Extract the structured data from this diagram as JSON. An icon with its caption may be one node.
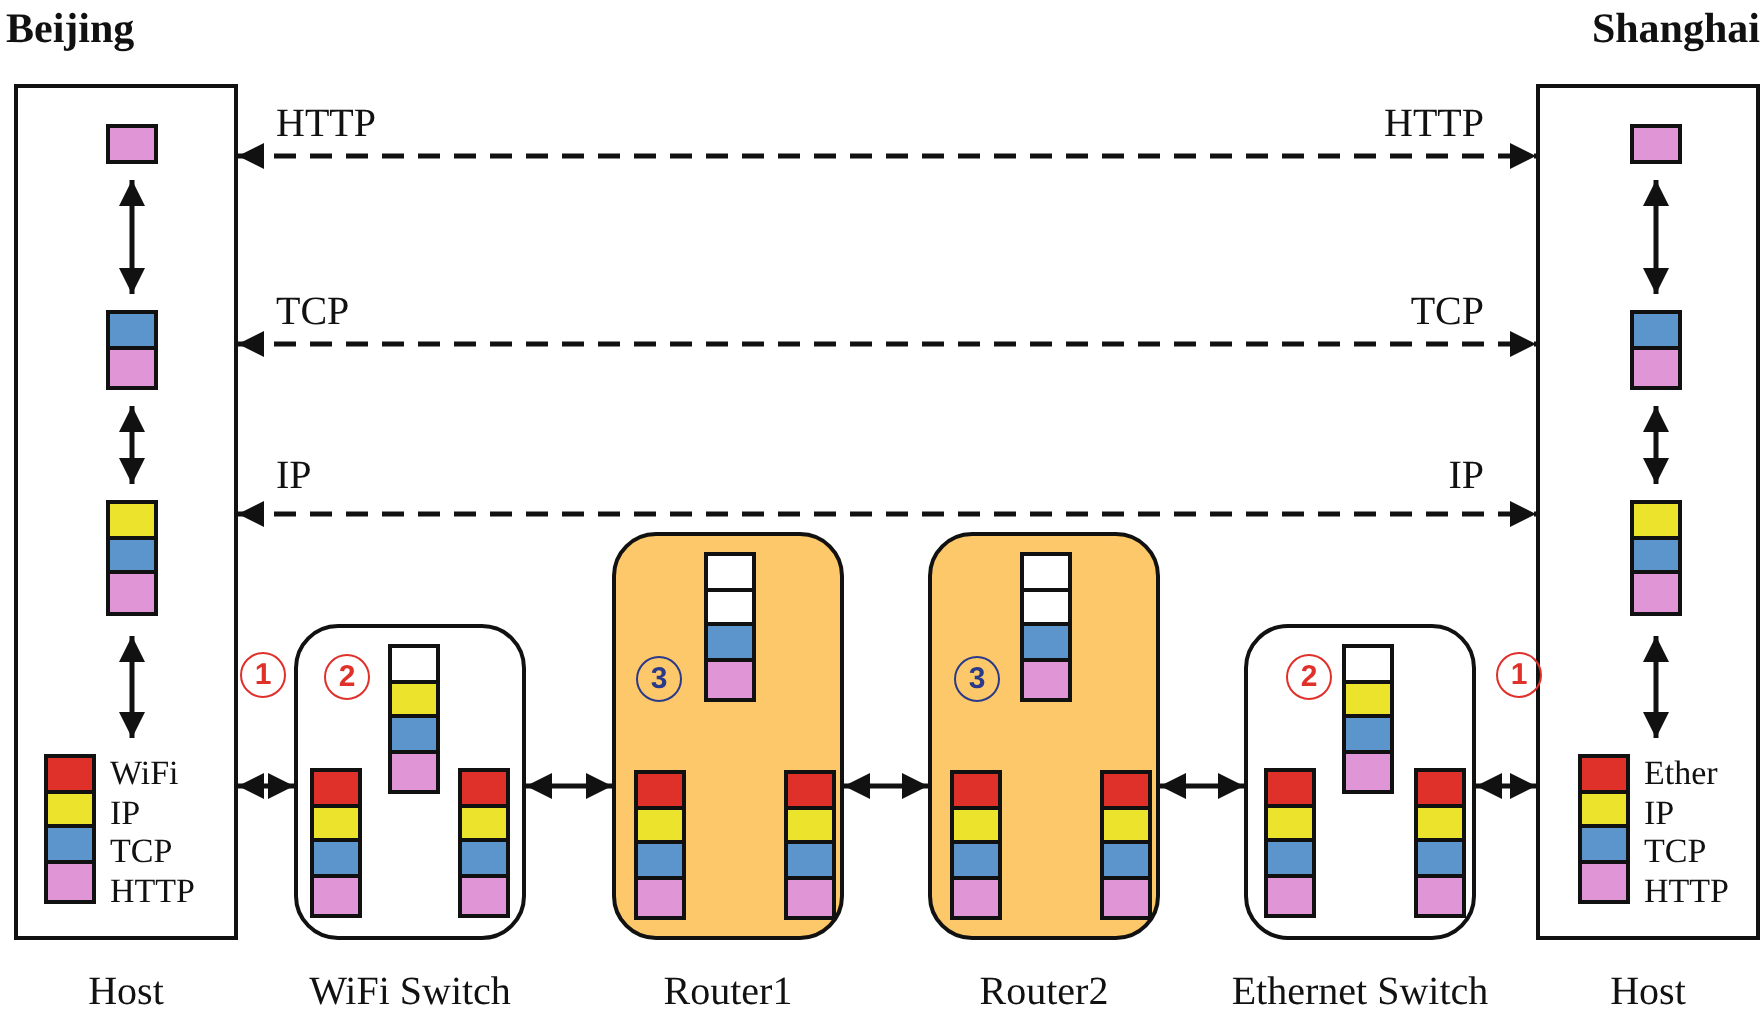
{
  "diagram": {
    "nodes": [
      {
        "text": [
          "Beijing"
        ],
        "beside": [
          "Host"
        ]
      },
      {
        "text": [],
        "shape": "box",
        "in": 0
      },
      {
        "text": [],
        "shape": "box",
        "in": 0
      },
      {
        "text": [],
        "shape": "box",
        "in": 0
      },
      {
        "text": [
          "WiFi",
          "IP",
          "TCP",
          "HTTP"
        ],
        "in": 0
      },
      {
        "text": [],
        "shape": "box",
        "beside": [
          "WiFi Switch"
        ]
      },
      {
        "text": [],
        "shape": "box",
        "beside": [
          "Router1"
        ]
      },
      {
        "text": [],
        "shape": "box",
        "beside": [
          "Router2"
        ]
      },
      {
        "text": [],
        "shape": "box",
        "beside": [
          "Ethernet Switch"
        ]
      },
      {
        "text": [
          "Shanghai"
        ],
        "beside": [
          "Host"
        ]
      },
      {
        "text": [],
        "shape": "box",
        "in": 9
      },
      {
        "text": [],
        "shape": "box",
        "in": 9
      },
      {
        "text": [],
        "shape": "box",
        "in": 9
      },
      {
        "text": [
          "Ether",
          "IP",
          "TCP",
          "HTTP"
        ],
        "in": 9
      }
    ],
    "edges": [
      {
        "from": 0,
        "to": 9,
        "arrow": "both",
        "style": "dashed"
      },
      {
        "from": 0,
        "to": 9,
        "arrow": "both",
        "style": "dashed"
      },
      {
        "from": 0,
        "to": 9,
        "arrow": "both",
        "style": "dashed"
      },
      {
        "from": 1,
        "to": 2,
        "arrow": "both"
      },
      {
        "from": 2,
        "to": 3,
        "arrow": "both"
      },
      {
        "from": 3,
        "to": 4,
        "arrow": "both"
      },
      {
        "from": 10,
        "to": 11,
        "arrow": "both"
      },
      {
        "from": 11,
        "to": 12,
        "arrow": "both"
      },
      {
        "from": 12,
        "to": 13,
        "arrow": "both"
      },
      {
        "from": 0,
        "to": 5,
        "arrow": "both"
      },
      {
        "from": 5,
        "to": 6,
        "arrow": "both"
      },
      {
        "from": 6,
        "to": 7,
        "arrow": "both"
      },
      {
        "from": 7,
        "to": 8,
        "arrow": "both"
      },
      {
        "from": 8,
        "to": 9,
        "arrow": "both"
      }
    ],
    "labels": [
      "HTTP",
      "HTTP",
      "TCP",
      "TCP",
      "IP",
      "IP",
      "1",
      "2",
      "3",
      "3",
      "2",
      "1"
    ]
  }
}
